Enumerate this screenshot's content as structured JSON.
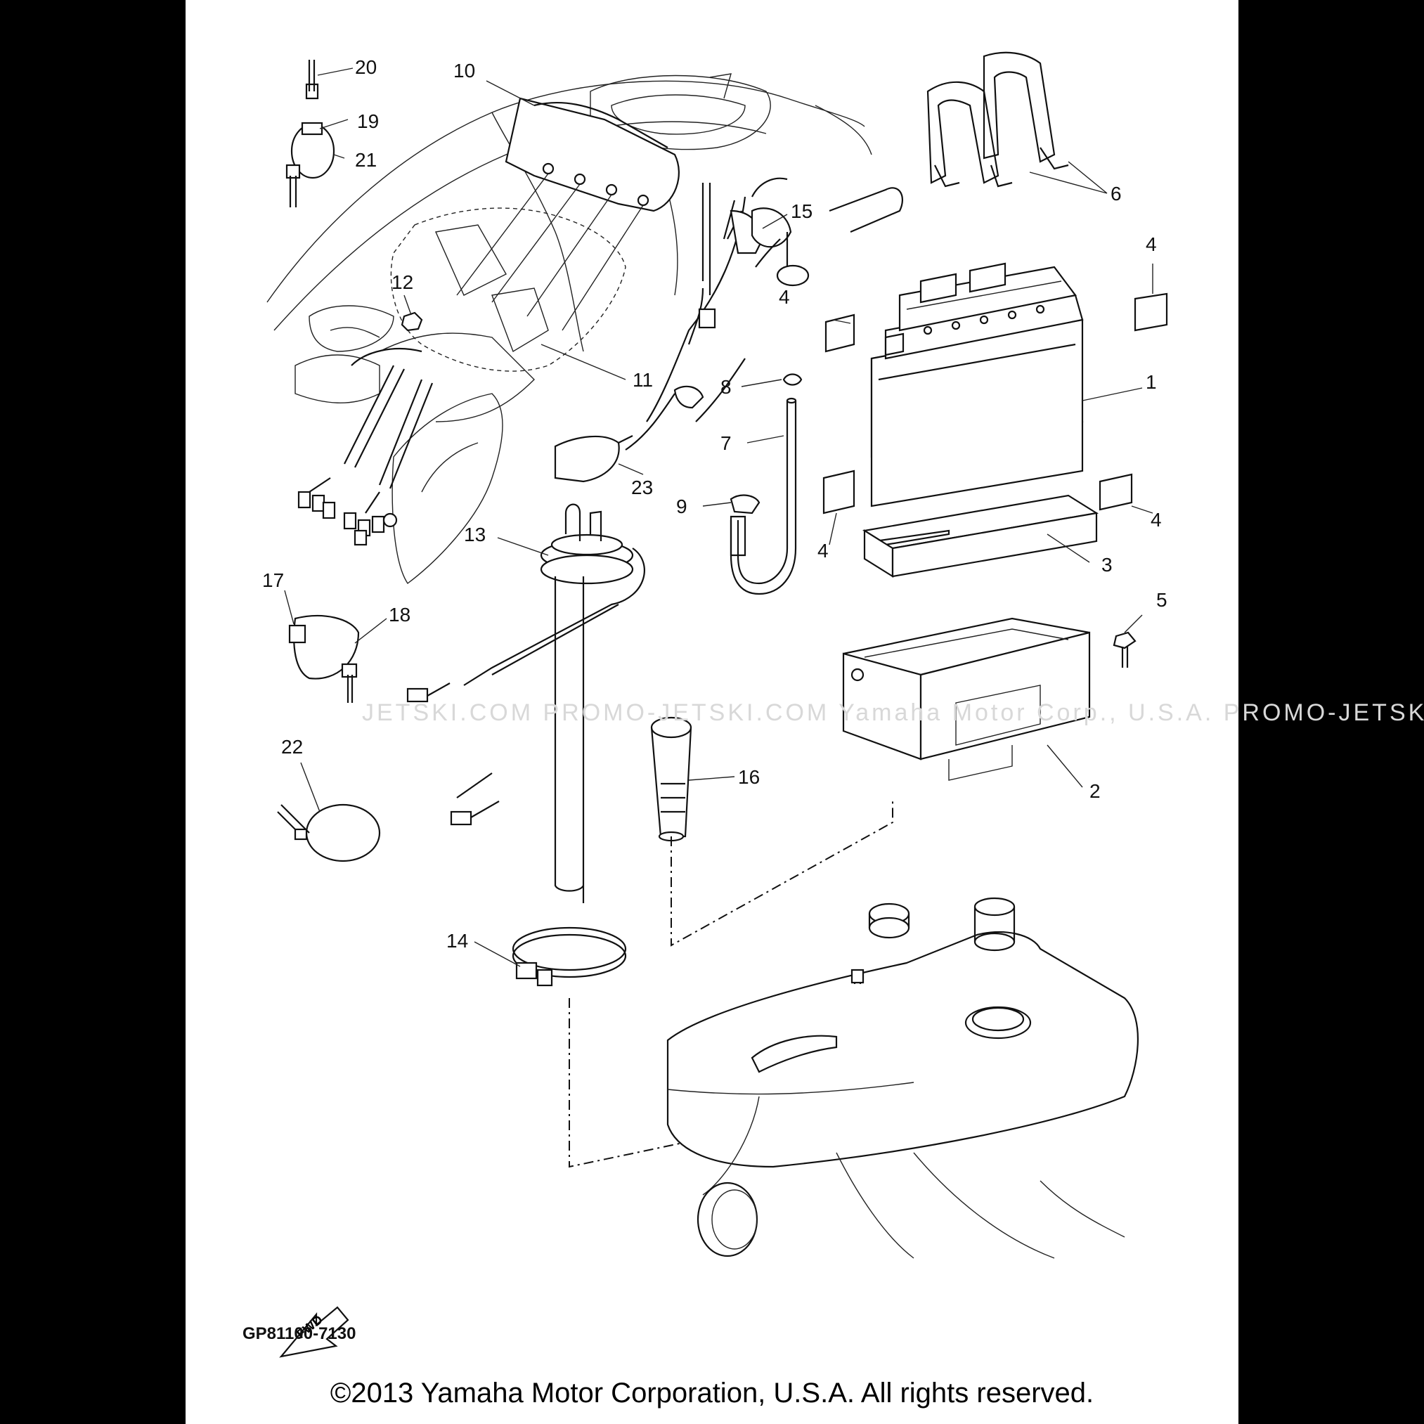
{
  "diagram": {
    "drawing_code": "GP81100-7130",
    "fwd_label": "FWD",
    "watermark": "JETSKI.COM   PROMO-JETSKI.COM   Yamaha Motor Corp., U.S.A.   PROMO-JETSKI.COM",
    "copyright": "©2013 Yamaha Motor Corporation, U.S.A. All rights reserved.",
    "callouts": {
      "c1": "1",
      "c2": "2",
      "c3": "3",
      "c4a": "4",
      "c4b": "4",
      "c4c": "4",
      "c4d": "4",
      "c5": "5",
      "c6": "6",
      "c7": "7",
      "c8": "8",
      "c9": "9",
      "c10": "10",
      "c11": "11",
      "c12": "12",
      "c13": "13",
      "c14": "14",
      "c15": "15",
      "c16": "16",
      "c17": "17",
      "c18": "18",
      "c19": "19",
      "c20": "20",
      "c21": "21",
      "c22": "22",
      "c23": "23"
    }
  }
}
